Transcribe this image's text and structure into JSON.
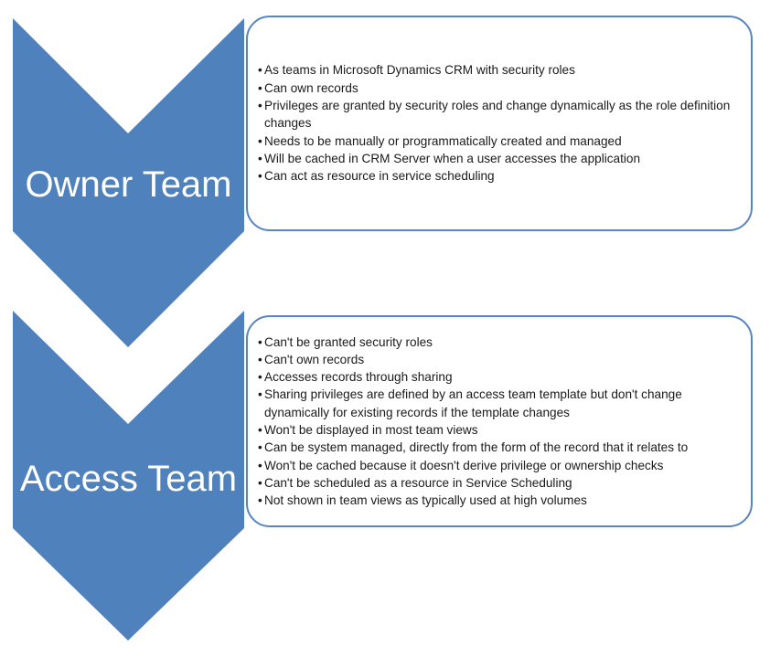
{
  "diagram": {
    "bullet_glyph": "•",
    "colors": {
      "chevron_fill": "#4f81bd",
      "panel_border": "#5585c2",
      "title_text": "#ffffff",
      "bullet_text": "#1a1a1a",
      "background": "#ffffff"
    },
    "items": [
      {
        "title": "Owner Team",
        "bullets": [
          "As teams in Microsoft Dynamics CRM with security roles",
          "Can own records",
          "Privileges are granted by security roles and change dynamically as the role definition\nchanges",
          "Needs to be manually or programmatically created and managed",
          "Will be cached in CRM Server when a user accesses the application",
          "Can act as resource in service scheduling"
        ]
      },
      {
        "title": "Access Team",
        "bullets": [
          "Can't be granted security roles",
          "Can't own records",
          "Accesses records through sharing",
          "Sharing privileges are defined by an access team template but don't change\ndynamically for existing records if the template changes",
          "Won't be displayed in most team views",
          "Can be system managed, directly from the form of the record that it relates to",
          "Won't be cached because it doesn't derive privilege or ownership checks",
          "Can't be scheduled as a resource in Service Scheduling",
          "Not shown in team views as typically used at high volumes"
        ]
      }
    ]
  }
}
